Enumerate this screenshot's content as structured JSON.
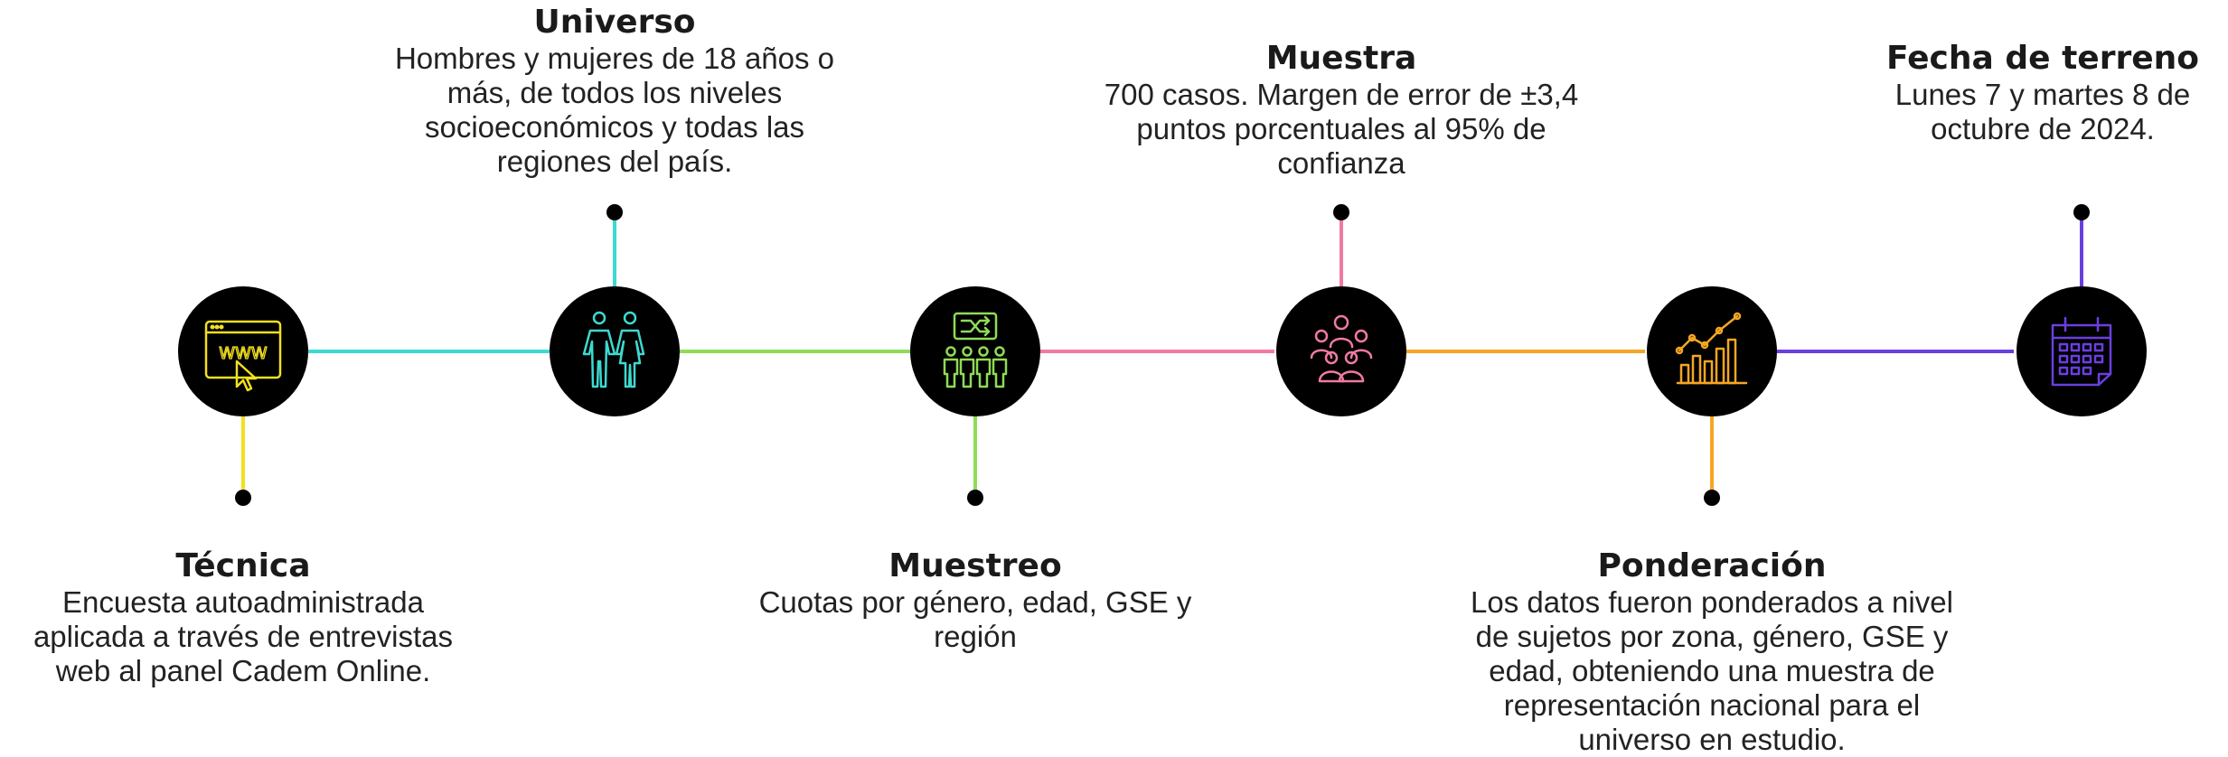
{
  "colors": {
    "tecnica": "#f2e01f",
    "universo": "#3ed9d0",
    "muestreo": "#8fdb56",
    "muestra": "#f07aa2",
    "ponderacion": "#f5a623",
    "fecha": "#6a3fe0"
  },
  "steps": [
    {
      "icon": "web-browser-cursor-icon",
      "title": "Técnica",
      "lines": [
        "Encuesta autoadministrada",
        "aplicada a través de entrevistas",
        "web al panel Cadem Online."
      ]
    },
    {
      "icon": "man-woman-icon",
      "title": "Universo",
      "lines": [
        "Hombres y mujeres de 18 años o",
        "más, de todos los niveles",
        "socioeconómicos y todas las",
        "regiones del país."
      ]
    },
    {
      "icon": "people-shuffle-icon",
      "title": "Muestreo",
      "lines": [
        "Cuotas por género, edad, GSE y",
        "región"
      ]
    },
    {
      "icon": "group-people-icon",
      "title": "Muestra",
      "lines": [
        "700 casos. Margen de error de ±3,4",
        "puntos porcentuales al 95% de",
        "confianza"
      ]
    },
    {
      "icon": "bar-chart-trend-icon",
      "title": "Ponderación",
      "lines": [
        "Los datos fueron ponderados a nivel",
        "de sujetos por zona, género, GSE y",
        "edad, obteniendo una muestra de",
        "representación nacional para el",
        "universo en estudio."
      ]
    },
    {
      "icon": "calendar-icon",
      "title": "Fecha de terreno",
      "lines": [
        "Lunes 7 y martes 8 de",
        "octubre de 2024."
      ]
    }
  ]
}
